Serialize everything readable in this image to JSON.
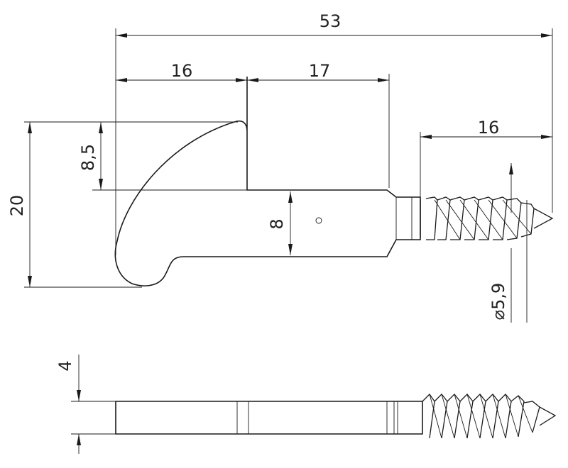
{
  "dimensions": {
    "overall_length": "53",
    "hook_width": "16",
    "shank_length": "17",
    "thread_length": "16",
    "hook_depth": "8,5",
    "shank_height": "8",
    "total_height": "20",
    "thread_diameter": "⌀5,9",
    "thickness": "4"
  }
}
